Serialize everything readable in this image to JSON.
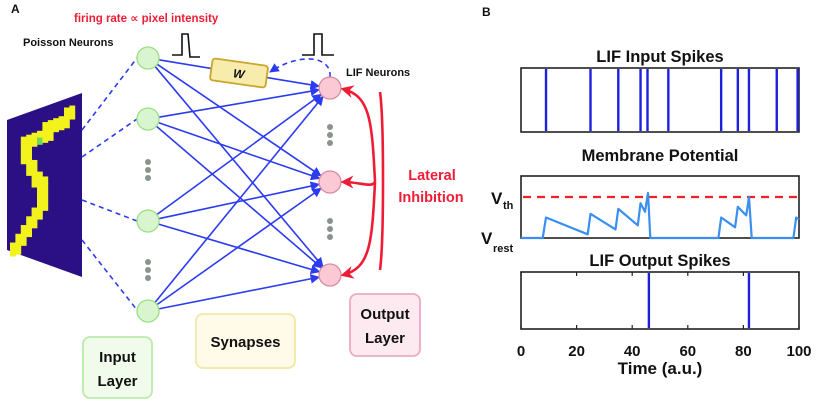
{
  "panel_a": {
    "label": "A",
    "encoding_caption": "firing rate ∝ pixel intensity",
    "poisson_label": "Poisson Neurons",
    "lif_label": "LIF Neurons",
    "weight_label": "W",
    "lateral_line1": "Lateral",
    "lateral_line2": "Inhibition",
    "input_layer_line1": "Input",
    "input_layer_line2": "Layer",
    "synapses_label": "Synapses",
    "output_layer_line1": "Output",
    "output_layer_line2": "Layer",
    "input_image": "handwritten digit 5",
    "input_neuron_count_shown": 4,
    "output_neuron_count_shown": 3,
    "colors": {
      "input_neuron": "#d9f5cf",
      "input_neuron_stroke": "#9adf86",
      "output_neuron": "#fbc9d6",
      "output_neuron_stroke": "#d98aa0",
      "synapse": "#2b3bf0",
      "inhibition": "#ef1c35",
      "weight_box": "#f8ecad",
      "weight_box_stroke": "#c9a52a",
      "image_bg": "#2b0f84",
      "digit": "#f2f21c"
    }
  },
  "panel_b": {
    "label": "B",
    "vth_main": "V",
    "vth_sub": "th",
    "vrest_main": "V",
    "vrest_sub": "rest"
  },
  "chart_data": [
    {
      "type": "scatter",
      "title": "LIF Input Spikes",
      "xlabel": "",
      "ylabel": "",
      "xlim": [
        0,
        100
      ],
      "spike_times": [
        9,
        25,
        35,
        43,
        45.5,
        53,
        72,
        78,
        82,
        92,
        99.5
      ],
      "marker": "vertical-line",
      "color": "#1f1fe0"
    },
    {
      "type": "line",
      "title": "Membrane Potential",
      "xlim": [
        0,
        100
      ],
      "ylim": [
        0,
        1.5
      ],
      "threshold": {
        "label": "Vth",
        "value": 1.0,
        "color": "#ee2222",
        "style": "dashed"
      },
      "rest": {
        "label": "Vrest",
        "value": 0
      },
      "color": "#3a8ff0",
      "x": [
        0,
        7.8,
        9,
        24,
        25,
        34,
        35,
        42,
        43,
        44.6,
        45.7,
        46.5,
        71,
        72,
        77,
        78,
        81,
        82,
        83,
        98,
        99,
        100
      ],
      "y": [
        0,
        0,
        0.5,
        0.09,
        0.59,
        0.21,
        0.71,
        0.31,
        0.85,
        0.64,
        1.1,
        0,
        0,
        0.5,
        0.26,
        0.76,
        0.55,
        1.0,
        0,
        0,
        0.5,
        0.45
      ]
    },
    {
      "type": "scatter",
      "title": "LIF Output Spikes",
      "xlabel": "Time (a.u.)",
      "xlim": [
        0,
        100
      ],
      "xticks": [
        0,
        20,
        40,
        60,
        80,
        100
      ],
      "spike_times": [
        46,
        82
      ],
      "marker": "vertical-line",
      "color": "#1f1fe0"
    }
  ]
}
